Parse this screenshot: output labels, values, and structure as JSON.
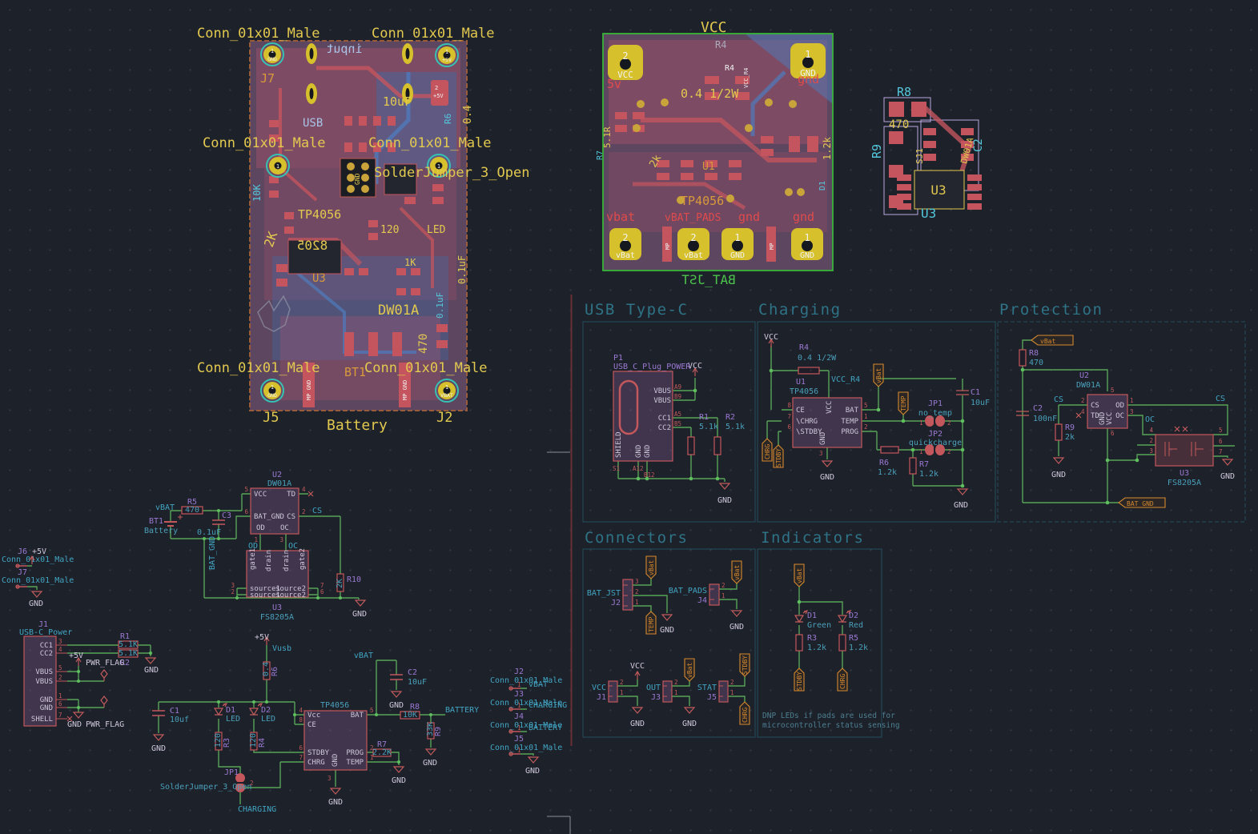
{
  "c": {
    "gnd": "GND",
    "vcc": "VCC",
    "vbat": "vBat",
    "vbatu": "vBAT",
    "vbus": "VBUS",
    "p5v": "+5V",
    "conn": "Conn_01x01_Male",
    "tp4056": "TP4056",
    "dw01a": "DW01A",
    "fs8205a": "FS8205A",
    "led": "LED",
    "chrg": "CHRG",
    "stdby": "STDBY",
    "chrgb": "\\CHRG",
    "stdbyb": "\\STDBY",
    "temp": "TEMP",
    "charging": "CHARGING",
    "battery": "BATTERY",
    "batgnd": "BAT_GND",
    "cs": "CS",
    "oc": "OC",
    "od": "OD",
    "pwrflag": "PWR_FLAG",
    "sjopen": "SolderJumper_3_Open",
    "batw": "Battery",
    "batlow": "battery",
    "mp": "MP",
    "ce": "CE",
    "bat": "BAT",
    "prog": "PROG",
    "td": "TD",
    "shield": "SHIELD",
    "shell": "SHELL",
    "vcclc": "Vcc",
    "k12": "1.2k",
    "k51l": "5.1k",
    "k51u": "5.1K",
    "v120": "120",
    "v470": "470",
    "v2K": "2K",
    "v2k": "2k",
    "v10K": "10K",
    "v01uF": "0.1uF",
    "v10uF": "10uF",
    "u1": "U1",
    "u2": "U2",
    "u3": "U3",
    "p1": "P1",
    "bt1": "BT1",
    "jp1": "JP1",
    "jp2": "JP2",
    "r1": "R1",
    "r2": "R2",
    "r3": "R3",
    "r4": "R4",
    "r5": "R5",
    "r6": "R6",
    "r7": "R7",
    "r8": "R8",
    "r9": "R9",
    "r10": "R10",
    "c1": "C1",
    "c2": "C2",
    "c3": "C3",
    "j1": "J1",
    "j2": "J2",
    "j3": "J3",
    "j4": "J4",
    "j5": "J5",
    "j6": "J6",
    "j7": "J7",
    "n1": "1",
    "n2": "2",
    "n3": "3",
    "n4": "4",
    "n5": "5",
    "n6": "6",
    "n7": "7",
    "n8": "8"
  },
  "titles": {
    "usb": "USB Type-C",
    "chg": "Charging",
    "prot": "Protection",
    "conn": "Connectors",
    "ind": "Indicators"
  },
  "usb": {
    "part": "USB_C_Plug_POWER",
    "cc1": "CC1",
    "cc2": "CC2",
    "a9": "A9",
    "b9": "B9",
    "a5": "A5",
    "b5": "B5",
    "s1": "S1",
    "a12": "A12",
    "b12": "B12"
  },
  "chg": {
    "r4v": "0.4 1/2W",
    "vccr4": "VCC_R4",
    "jp1v": "no_temp",
    "jp2v": "quickcharge"
  },
  "prot": {
    "c2v": "100nF"
  },
  "conn": {
    "batjst": "BAT_JST",
    "batpads": "BAT_PADS",
    "out": "OUT",
    "stat": "STAT"
  },
  "ind": {
    "d1": "D1",
    "d2": "D2",
    "green": "Green",
    "red": "Red",
    "note1": "DNP LEDs if pads are used for",
    "note2": "microcontroller status sensing"
  },
  "ls": {
    "usbc": "USB-C_Power",
    "vusb": "Vusb",
    "r6v": "0.4",
    "c1v": "10uf",
    "r9v": "33K",
    "r7v": "2.2K",
    "gate1": "gate1",
    "gate2": "gate2",
    "drain": "drain",
    "src1": "source1",
    "src2": "source2",
    "d1": "D1",
    "d2": "D2"
  },
  "pm": {
    "n5v": "5v",
    "gndl": "gnd",
    "vbatl": "vbat",
    "vbatpads": "vBAT_PADS",
    "v51r": "5.1R",
    "r4s": "R4",
    "d1": "D1"
  },
  "pl": {
    "usb": "USB",
    "input": "input",
    "v8205": "8205",
    "v1k": "1K",
    "mpgnd": "MP GND",
    "vbat": "VBAT",
    "tp": "TP4056",
    "v04": "0.4"
  },
  "pf": {
    "sj1": "SJ1"
  }
}
